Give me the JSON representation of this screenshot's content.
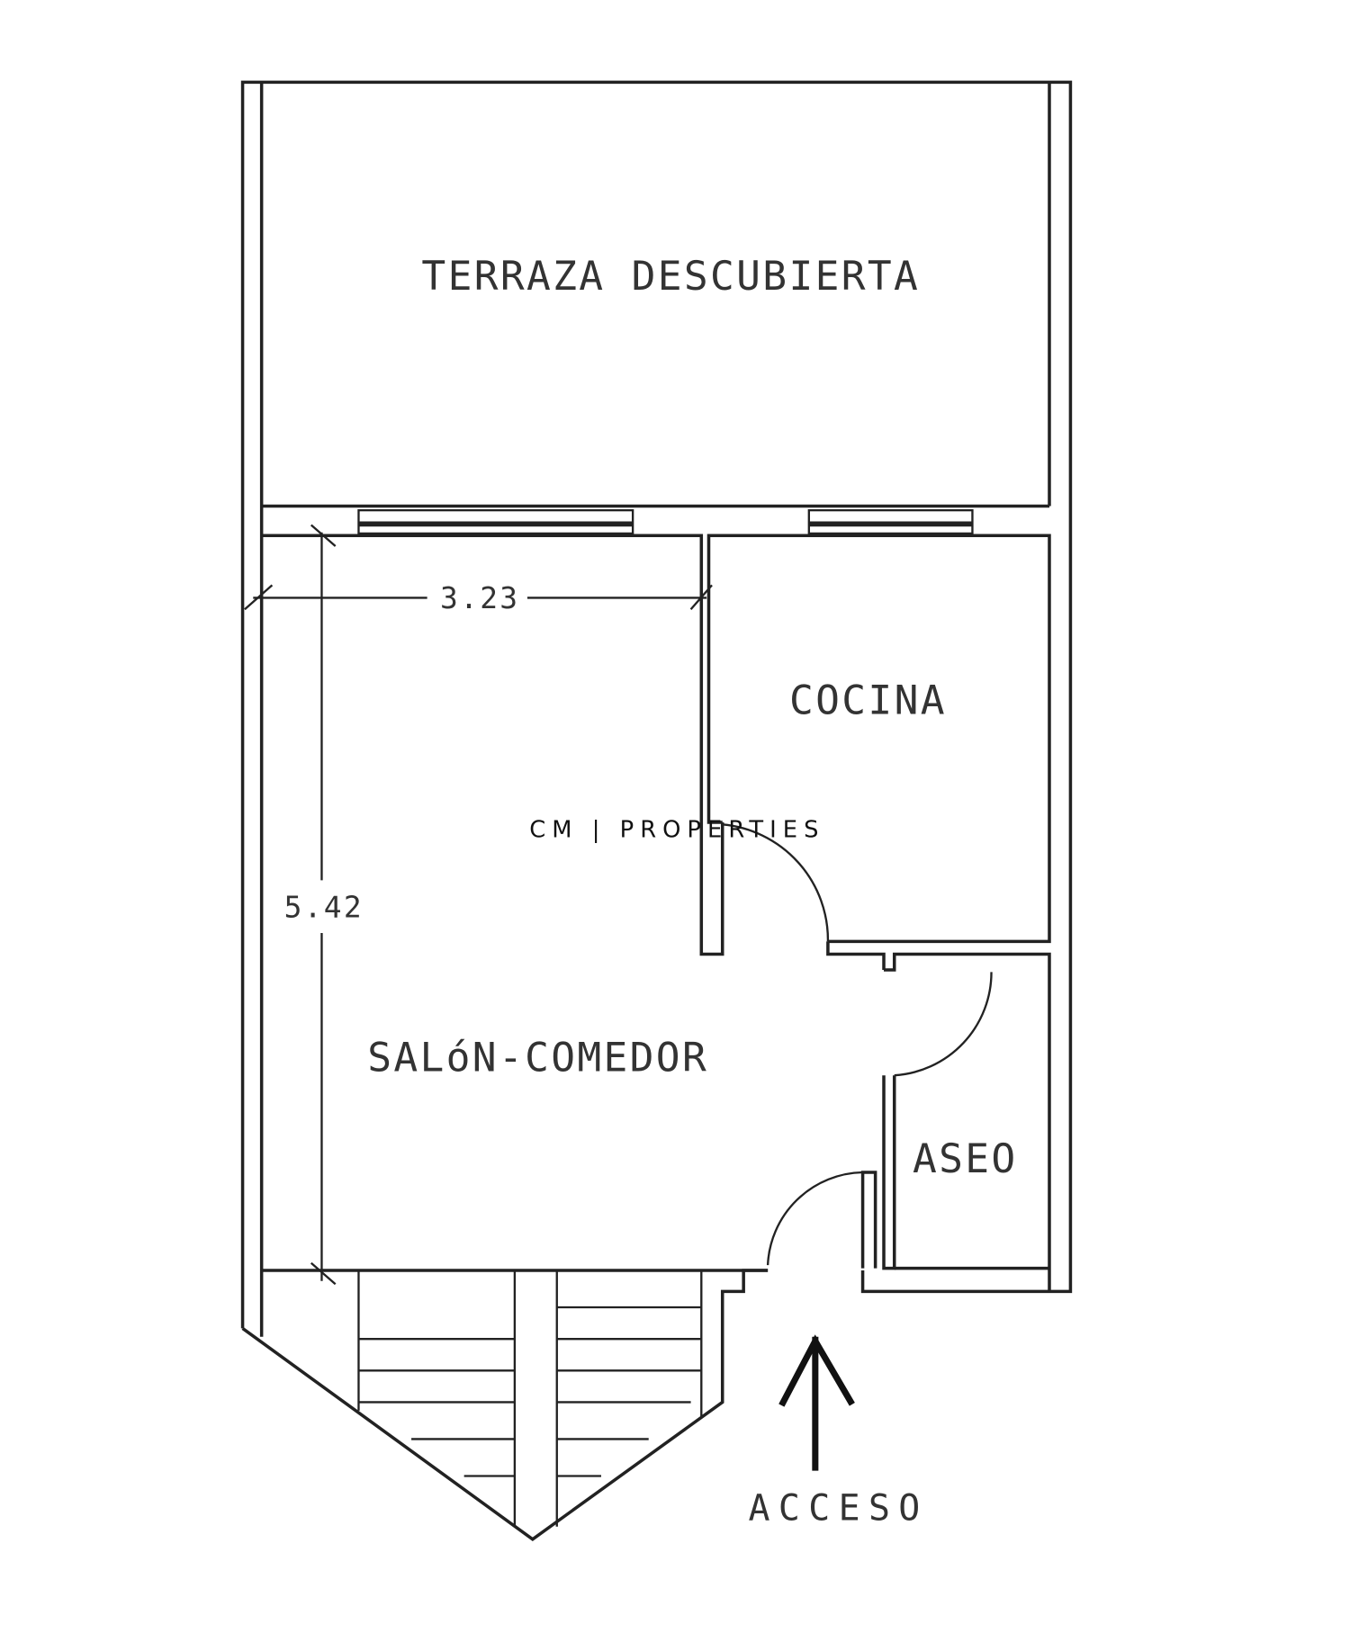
{
  "plan": {
    "rooms": {
      "terraza": "TERRAZA DESCUBIERTA",
      "cocina": "COCINA",
      "salon": "SALóN-COMEDOR",
      "aseo": "ASEO"
    },
    "dimensions": {
      "width": "3.23",
      "length": "5.42"
    },
    "access_label": "ACCESO",
    "watermark": "CM | PROPERTIES"
  }
}
